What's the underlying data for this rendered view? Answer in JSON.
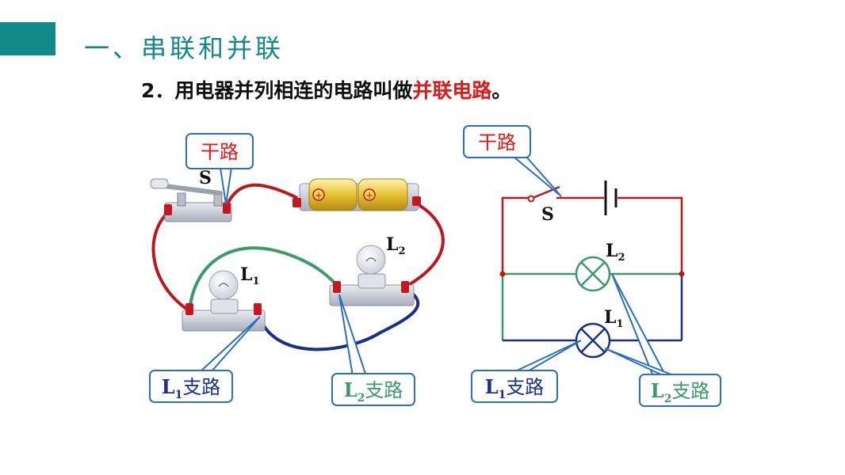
{
  "header": {
    "section_title": "一、串联和并联",
    "point_prefix": "2．用电器并列相连的电路叫做",
    "point_highlight": "并联电路",
    "point_suffix": "。"
  },
  "labels": {
    "main_path": "干路",
    "switch": "S",
    "lamp_letter": "L",
    "lamp1_sub": "1",
    "lamp2_sub": "2",
    "branch": "支路"
  },
  "colors": {
    "accent": "#138a8a",
    "highlight": "#e01818",
    "main_wire": "#c0161b",
    "branch2_wire": "#3a9a6a",
    "branch1_wire": "#1a2f8a",
    "callout_border": "#2a6fc4"
  }
}
